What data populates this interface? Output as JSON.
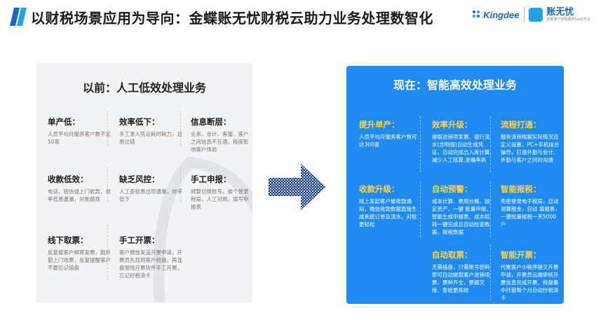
{
  "header": {
    "title": "以财税场景应用为导向：金蝶账无忧财税云助力业务处理数智化",
    "brand_kingdee": "Kingdee",
    "brand_zw": "账无忧",
    "brand_zw_sub": "金蝶旗下财税服务SaaS平台",
    "accent_color": "#1f8bf0"
  },
  "left": {
    "title": "以前：人工低效处理业务",
    "items": [
      {
        "head": "单产低：",
        "desc": "人员平均月服务客户数不足50家"
      },
      {
        "head": "效率低下：",
        "desc": "手工录入凭证耗时耗力，且易出错"
      },
      {
        "head": "信息断层：",
        "desc": "业务、会计、客服、客户之间信息不互通，极度影响客户体验"
      },
      {
        "head": "收款低效：",
        "desc": "电话、短信或上门收款，效率低易遗漏，对账颇烦"
      },
      {
        "head": "缺乏风控：",
        "desc": "人工查验易出现遗漏，效率低下"
      },
      {
        "head": "手工申报：",
        "desc": "频繁切换账号，挨个登录税局，人工对照，填写申报表"
      },
      {
        "head": "线下取票：",
        "desc": "反复催客户邮寄发票，跑外勤上门收票，反复提醒客户不要忘记插盘"
      },
      {
        "head": "手工开票：",
        "desc": "客户微信发送开票申请，开票员先找到客户税盘，再连盘登陆开票软件手工开票，忘记抄税清卡"
      }
    ]
  },
  "right": {
    "title": "现在：智能高效处理业务",
    "items": [
      {
        "head": "提升单产：",
        "desc": "人员平均月服务客户数可达300家"
      },
      {
        "head": "效率升级：",
        "desc": "提取进销项发票、银行流水(含明细)自动生成凭证，自动完成出入库计算,减少人工核算,准确率高"
      },
      {
        "head": "流程打通：",
        "desc": "服务流程根据实际情况自定义设置，PC+手机组合操作，打通外勤与会计、外勤与客户之间的沟通"
      },
      {
        "head": "收款升级：",
        "desc": "线上发起客户催收款通知，微信收款数据直接生成系统订单及流水，对账更轻松"
      },
      {
        "head": "自动预警：",
        "desc": "成本计算、费用分摊、固定资产、一键 批量申报、智能生成申报表、成本结转一键完成且自动检查数据、报税数据"
      },
      {
        "head": "智能报税：",
        "desc": "免密登录电子税局，自动测算税金，自动 填报表，一键批量报税一天5000户"
      },
      {
        "head": "自动取票：",
        "desc": "无需插盘，只需账号密码即可自动提取客户进销项票，票种齐全，票据交接、查验更高效"
      },
      {
        "head": "智能开票：",
        "desc": "代账客户小程序提交开票申请，开票员云端审核开票信息完成开票，税盘集中托管每个月自动抄税清卡"
      }
    ]
  }
}
